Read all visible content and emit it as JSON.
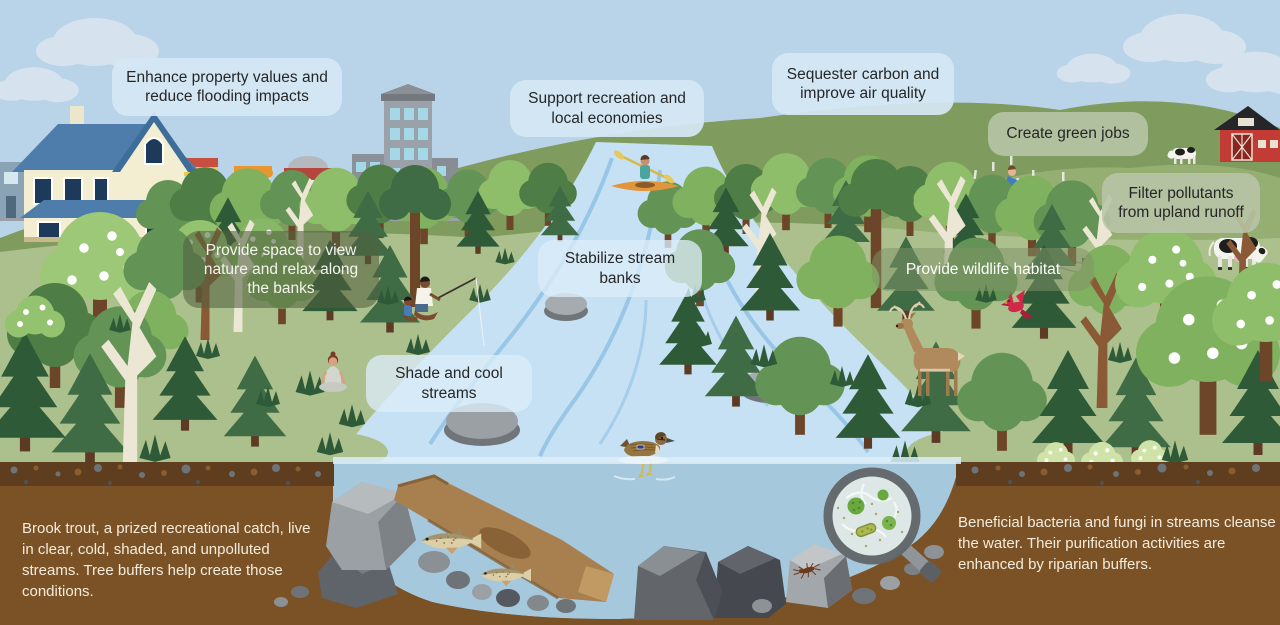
{
  "title": "Benefits of riparian stream buffers infographic",
  "benefit_labels": {
    "enhance_property": "Enhance property values and reduce flooding impacts",
    "support_recreation": "Support recreation and local economies",
    "sequester_carbon": "Sequester carbon and improve air quality",
    "create_green_jobs": "Create green jobs",
    "filter_pollutants": "Filter pollutants from upland runoff",
    "provide_space": "Provide space to view nature and relax along the banks",
    "stabilize_banks": "Stabilize stream banks",
    "provide_wildlife": "Provide wildlife habitat",
    "shade_streams": "Shade and cool streams"
  },
  "captions": {
    "brook_trout": "Brook trout, a prized recreational catch, live in clear, cold, shaded, and unpolluted streams. Tree buffers help create those conditions.",
    "beneficial_bacteria": "Beneficial bacteria and fungi in streams cleanse the water. Their purification activities are enhanced by riparian buffers."
  },
  "colors": {
    "sky": "#b9d4e8",
    "stream": "#c6e1f3",
    "underwater": "#a6c8dc",
    "soil": "#7b5226",
    "label_blue": "#d5e7f4",
    "label_green": "#b8c5a7",
    "forest_dark": "#2e5a38",
    "forest_light": "#7fb15e"
  }
}
